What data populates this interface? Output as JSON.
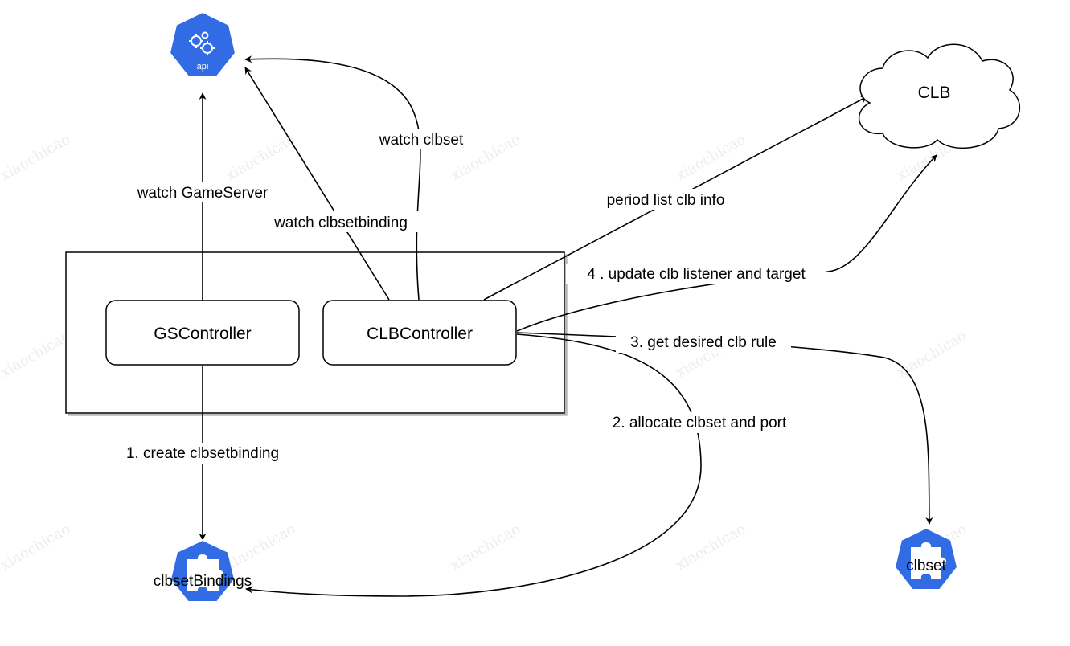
{
  "watermark": "xiaochicao",
  "colors": {
    "k8s_blue": "#326ce5",
    "stroke": "#000000",
    "background": "#ffffff"
  },
  "nodes": {
    "api": {
      "label": "api",
      "icon": "kubernetes-api-icon"
    },
    "clb": {
      "label": "CLB",
      "icon": "cloud-icon"
    },
    "gs_controller": {
      "label": "GSController"
    },
    "clb_controller": {
      "label": "CLBController"
    },
    "clbset_bindings": {
      "label": "clbsetBindings",
      "icon": "kubernetes-crd-icon"
    },
    "clbset": {
      "label": "clbset",
      "icon": "kubernetes-crd-icon"
    }
  },
  "edges": {
    "watch_gameserver": "watch GameServer",
    "watch_clbsetbinding": "watch clbsetbinding",
    "watch_clbset": "watch clbset",
    "period_list": "period list clb info",
    "update_clb": "4 . update clb listener and target",
    "get_desired": "3. get desired clb rule",
    "allocate": "2. allocate clbset and port",
    "create_binding": "1. create clbsetbinding"
  }
}
